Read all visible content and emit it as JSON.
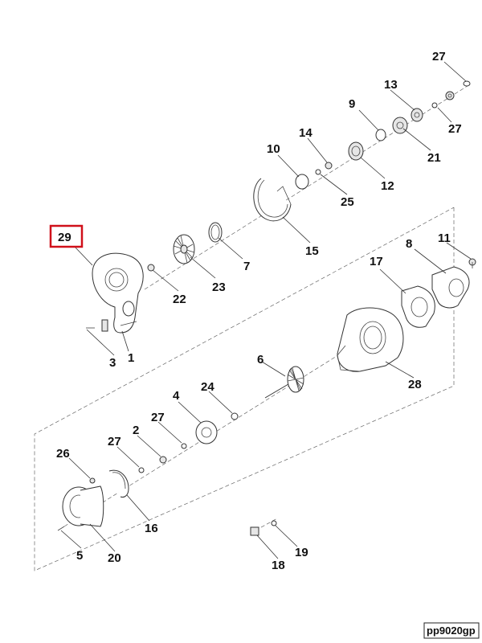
{
  "diagram": {
    "type": "exploded-parts-view",
    "highlight_color": "#d0101a",
    "highlighted_callout": "29",
    "drawing_code": "pp9020gp",
    "callouts": {
      "c27a": "27",
      "c13": "13",
      "c9": "9",
      "c27b": "27",
      "c21": "21",
      "c14": "14",
      "c10": "10",
      "c12": "12",
      "c25": "25",
      "c15": "15",
      "c29": "29",
      "c7": "7",
      "c23": "23",
      "c22": "22",
      "c1": "1",
      "c3": "3",
      "c8": "8",
      "c11": "11",
      "c17": "17",
      "c28": "28",
      "c6": "6",
      "c24": "24",
      "c4": "4",
      "c27c": "27",
      "c2": "2",
      "c27d": "27",
      "c26": "26",
      "c16": "16",
      "c20": "20",
      "c5": "5",
      "c19": "19",
      "c18": "18"
    }
  }
}
